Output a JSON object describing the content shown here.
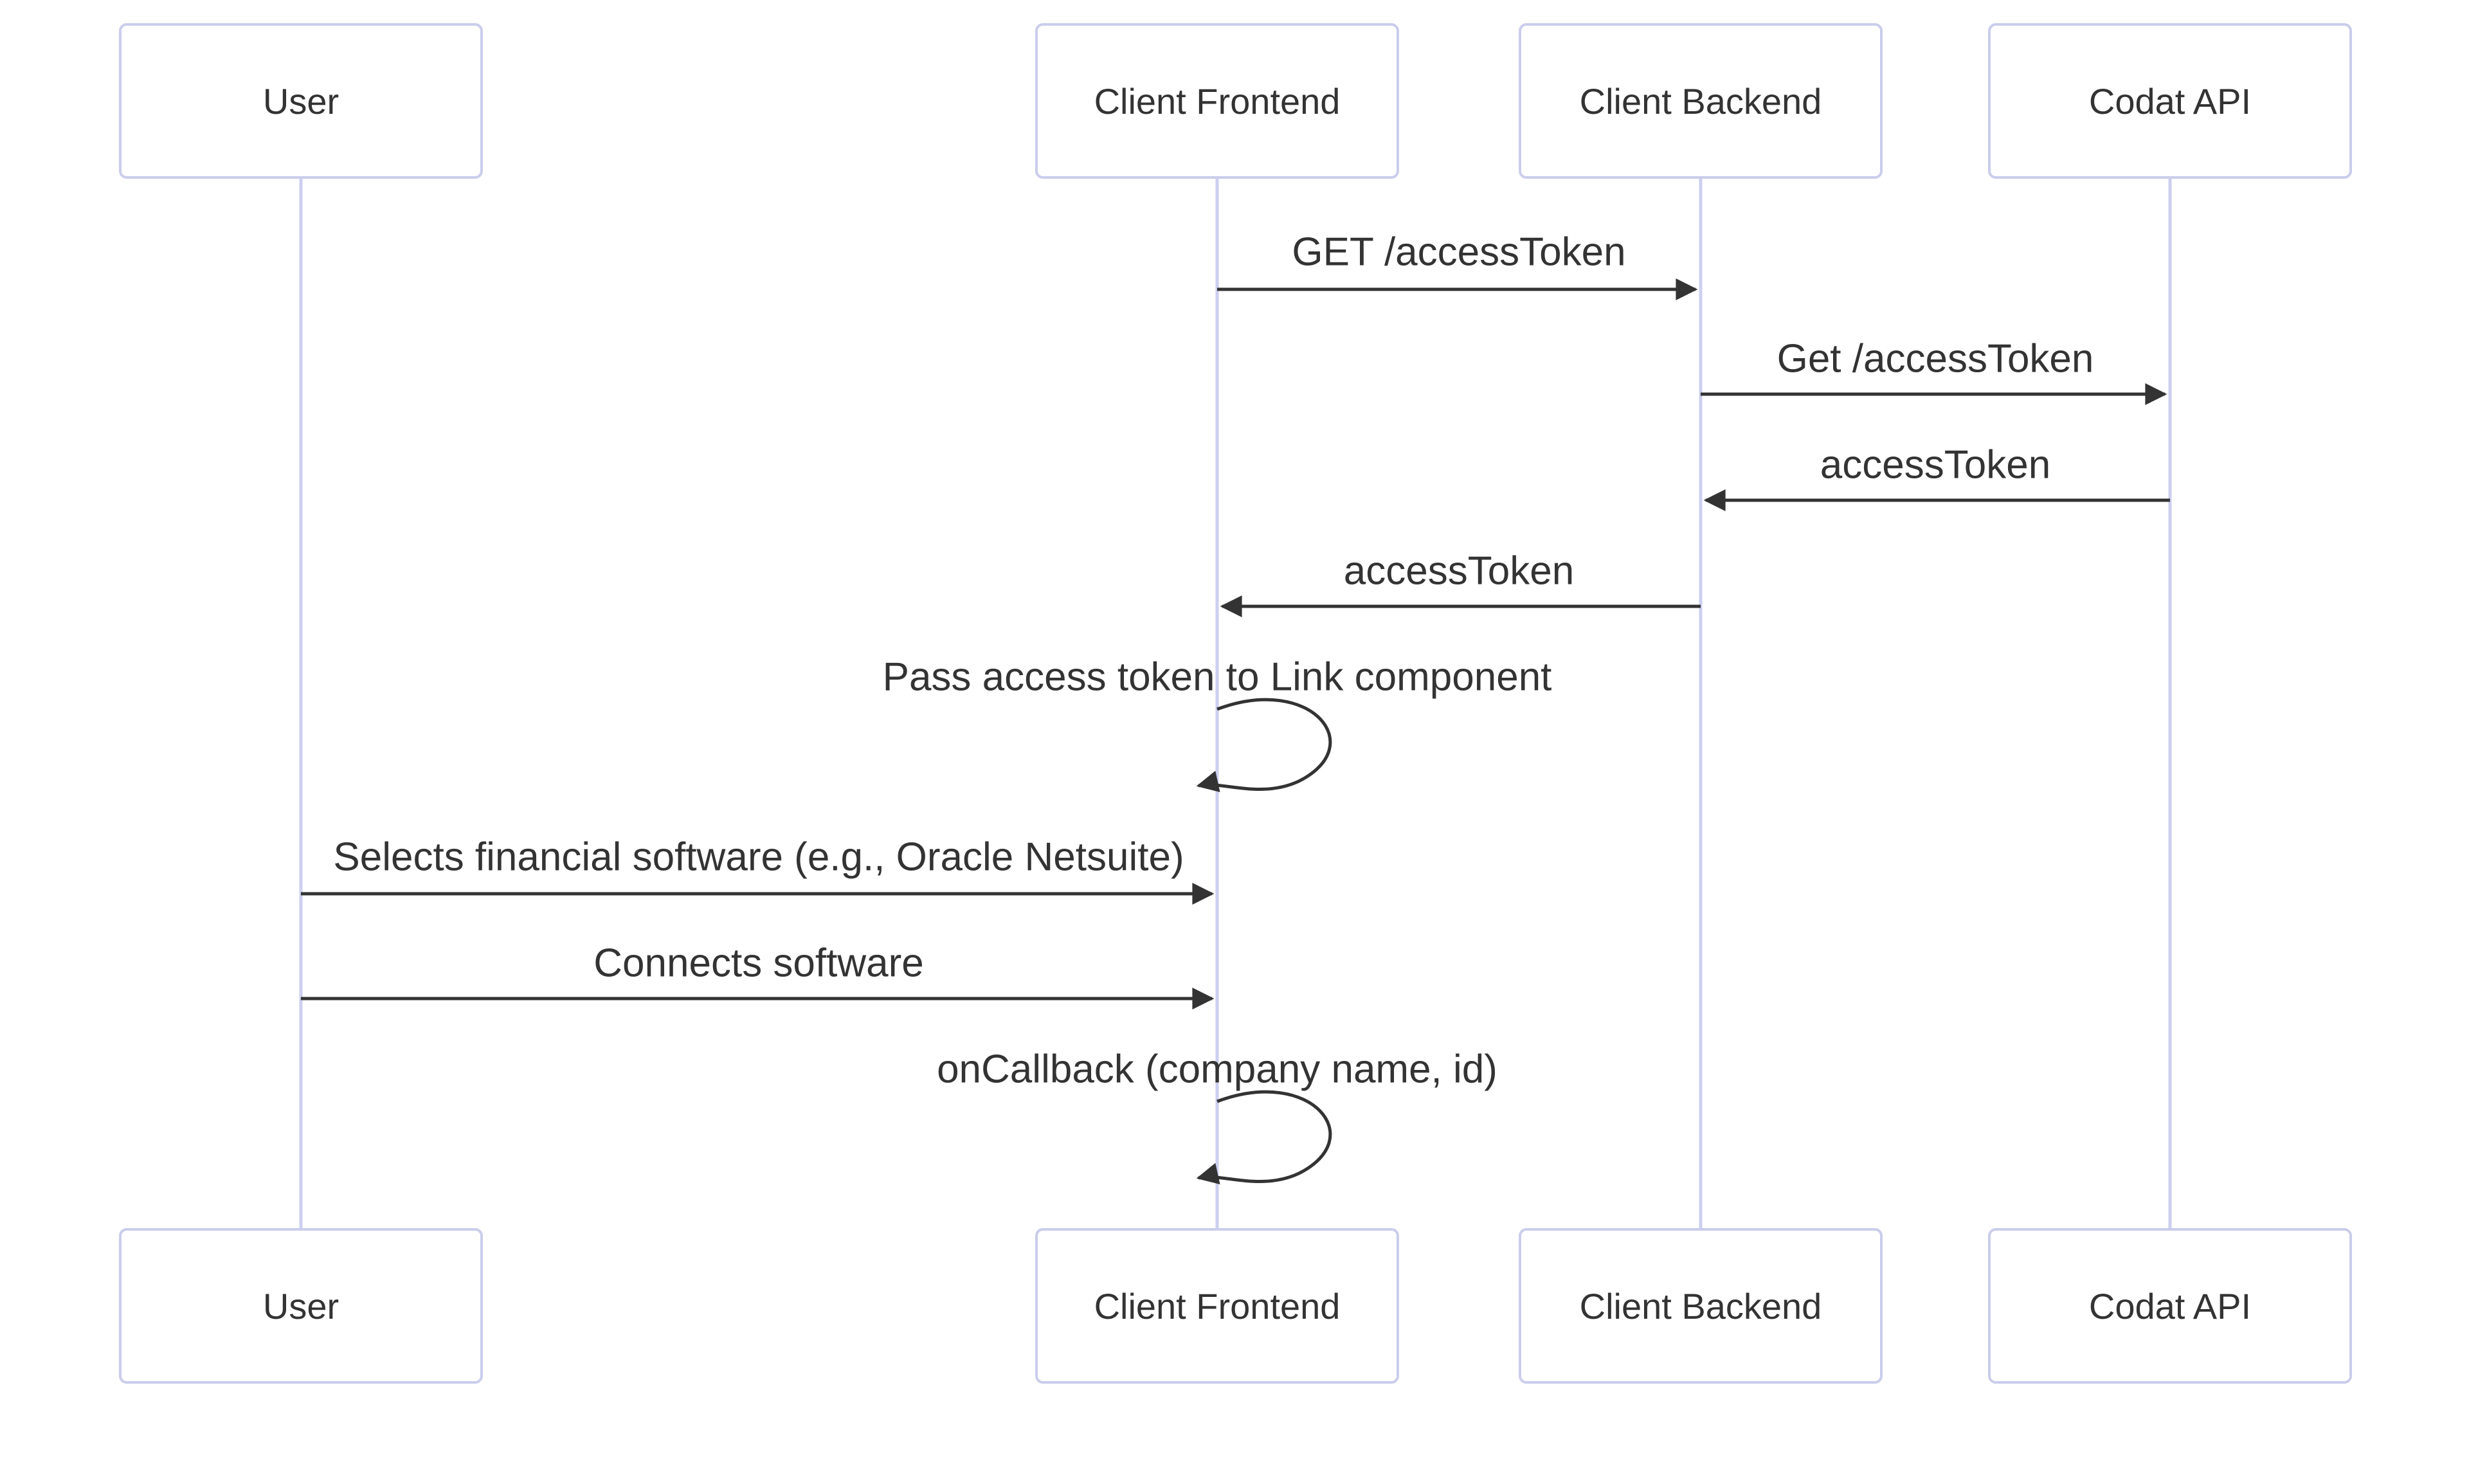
{
  "diagram_type": "sequence",
  "background_color": "#ffffff",
  "colors": {
    "actor_border": "#cacdeb",
    "actor_fill": "#ffffff",
    "lifeline": "#cccfee",
    "arrow": "#333333",
    "text": "#333333"
  },
  "actors": [
    {
      "label": "User"
    },
    {
      "label": "Client Frontend"
    },
    {
      "label": "Client Backend"
    },
    {
      "label": "Codat API"
    }
  ],
  "messages": [
    {
      "from": "Client Frontend",
      "to": "Client Backend",
      "label": "GET /accessToken",
      "style": "solid-arrow"
    },
    {
      "from": "Client Backend",
      "to": "Codat API",
      "label": "Get /accessToken",
      "style": "solid-arrow"
    },
    {
      "from": "Codat API",
      "to": "Client Backend",
      "label": "accessToken",
      "style": "solid-arrow"
    },
    {
      "from": "Client Backend",
      "to": "Client Frontend",
      "label": "accessToken",
      "style": "solid-arrow"
    },
    {
      "from": "Client Frontend",
      "to": "Client Frontend",
      "label": "Pass access token to Link component",
      "style": "self-loop"
    },
    {
      "from": "User",
      "to": "Client Frontend",
      "label": "Selects financial software (e.g., Oracle Netsuite)",
      "style": "solid-arrow"
    },
    {
      "from": "User",
      "to": "Client Frontend",
      "label": "Connects software",
      "style": "solid-arrow"
    },
    {
      "from": "Client Frontend",
      "to": "Client Frontend",
      "label": "onCallback (company name, id)",
      "style": "self-loop"
    }
  ]
}
